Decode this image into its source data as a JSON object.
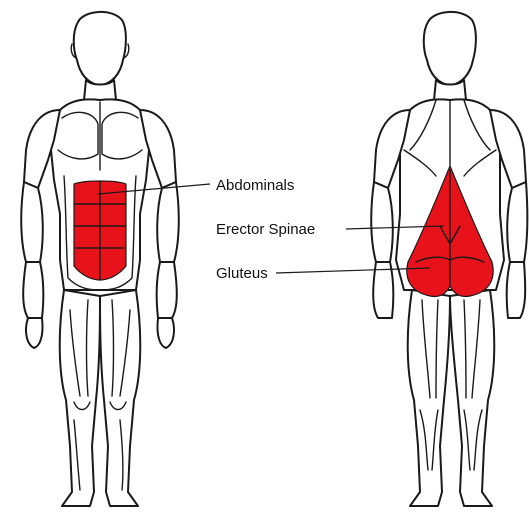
{
  "labels": {
    "abdominals": "Abdominals",
    "erector_spinae": "Erector Spinae",
    "gluteus": "Gluteus"
  },
  "colors": {
    "highlight": "#e8121b",
    "outline": "#1a1a1a",
    "background": "#ffffff"
  }
}
